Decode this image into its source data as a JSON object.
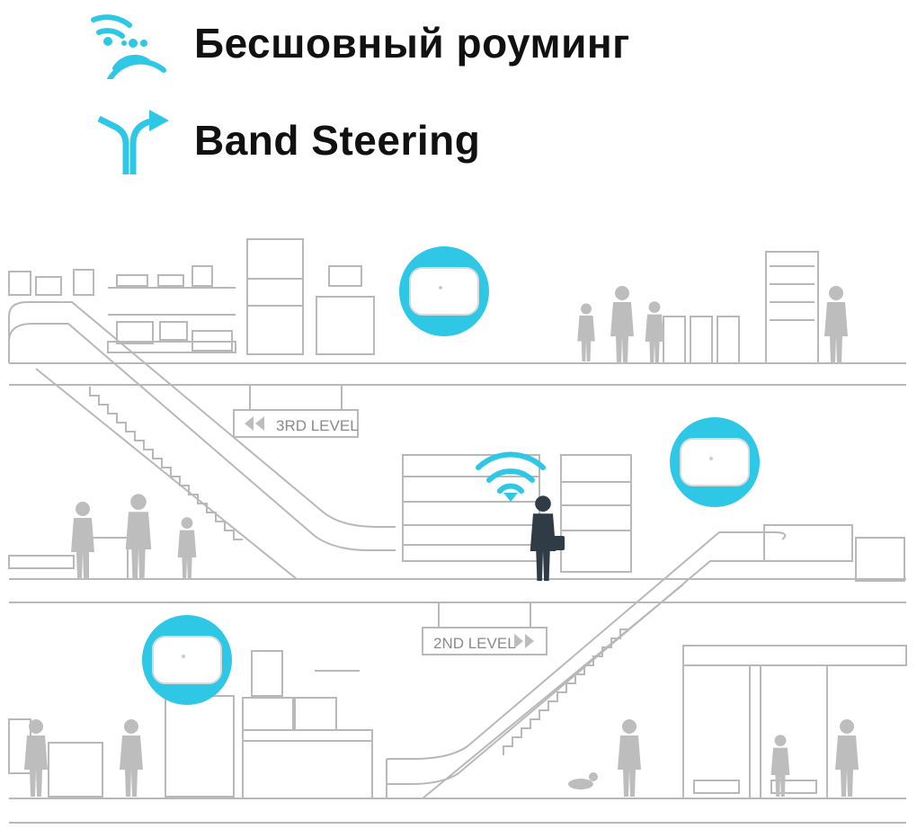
{
  "features": [
    {
      "icon": "wifi-roaming-icon",
      "label": "Бесшовный роуминг"
    },
    {
      "icon": "band-steering-fork-icon",
      "label": "Band Steering"
    }
  ],
  "signs": {
    "level3": "3RD LEVEL",
    "level2": "2ND LEVEL"
  },
  "colors": {
    "accent": "#2EC7E6",
    "line": "#B8B8B8",
    "silhouette": "#BDBDBD",
    "person_dark": "#2F3B45"
  }
}
